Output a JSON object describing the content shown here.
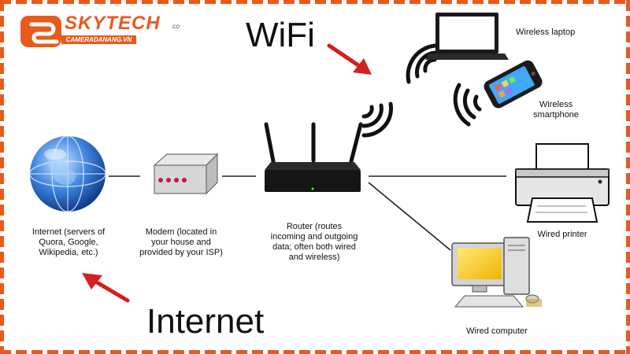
{
  "brand": {
    "name": "SKYTECH",
    "suffix": "CO",
    "tagline": "CAMERADANANG.VN",
    "accent": "#e85a1b"
  },
  "headings": {
    "wifi": "WiFi",
    "internet": "Internet"
  },
  "nodes": {
    "internet": {
      "icon": "globe-icon",
      "label": "Internet (servers of\nQuora, Google,\nWikipedia, etc.)"
    },
    "modem": {
      "icon": "modem-icon",
      "label": "Modem (located in\nyour house and\nprovided by your ISP)"
    },
    "router": {
      "icon": "router-icon",
      "label": "Router (routes\nincoming and outgoing\ndata; often both wired\nand wireless)"
    },
    "laptop": {
      "icon": "laptop-icon",
      "label": "Wireless laptop"
    },
    "smartphone": {
      "icon": "smartphone-icon",
      "label": "Wireless\nsmartphone"
    },
    "printer": {
      "icon": "printer-icon",
      "label": "Wired printer"
    },
    "computer": {
      "icon": "desktop-computer-icon",
      "label": "Wired computer"
    }
  },
  "colors": {
    "arrow": "#d32020",
    "line": "#222222",
    "globe": "#2a6fd6"
  }
}
